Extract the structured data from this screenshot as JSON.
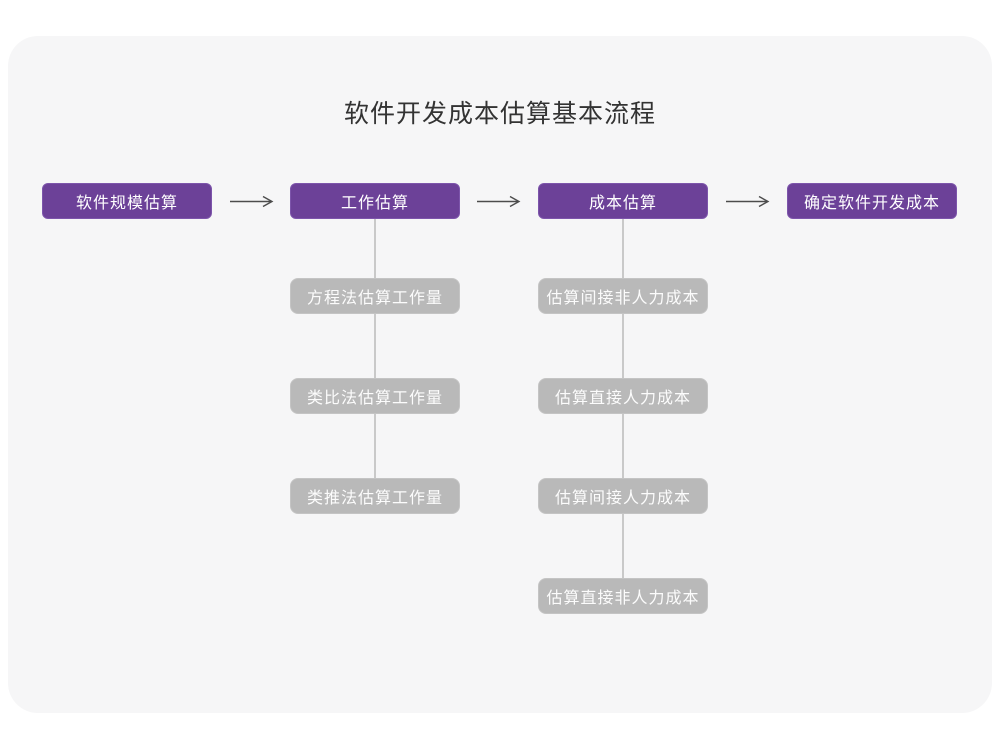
{
  "title": "软件开发成本估算基本流程",
  "colors": {
    "purple_node": "#6c4198",
    "gray_node": "#b9b9b9",
    "arrow": "#4c4c4c",
    "connector_line": "#c9c9c9",
    "card_background": "#f6f6f7",
    "title_text": "#333333"
  },
  "flow": {
    "steps": [
      {
        "label": "软件规模估算",
        "children": []
      },
      {
        "label": "工作估算",
        "children": [
          "方程法估算工作量",
          "类比法估算工作量",
          "类推法估算工作量"
        ]
      },
      {
        "label": "成本估算",
        "children": [
          "估算间接非人力成本",
          "估算直接人力成本",
          "估算间接人力成本",
          "估算直接非人力成本"
        ]
      },
      {
        "label": "确定软件开发成本",
        "children": []
      }
    ]
  }
}
